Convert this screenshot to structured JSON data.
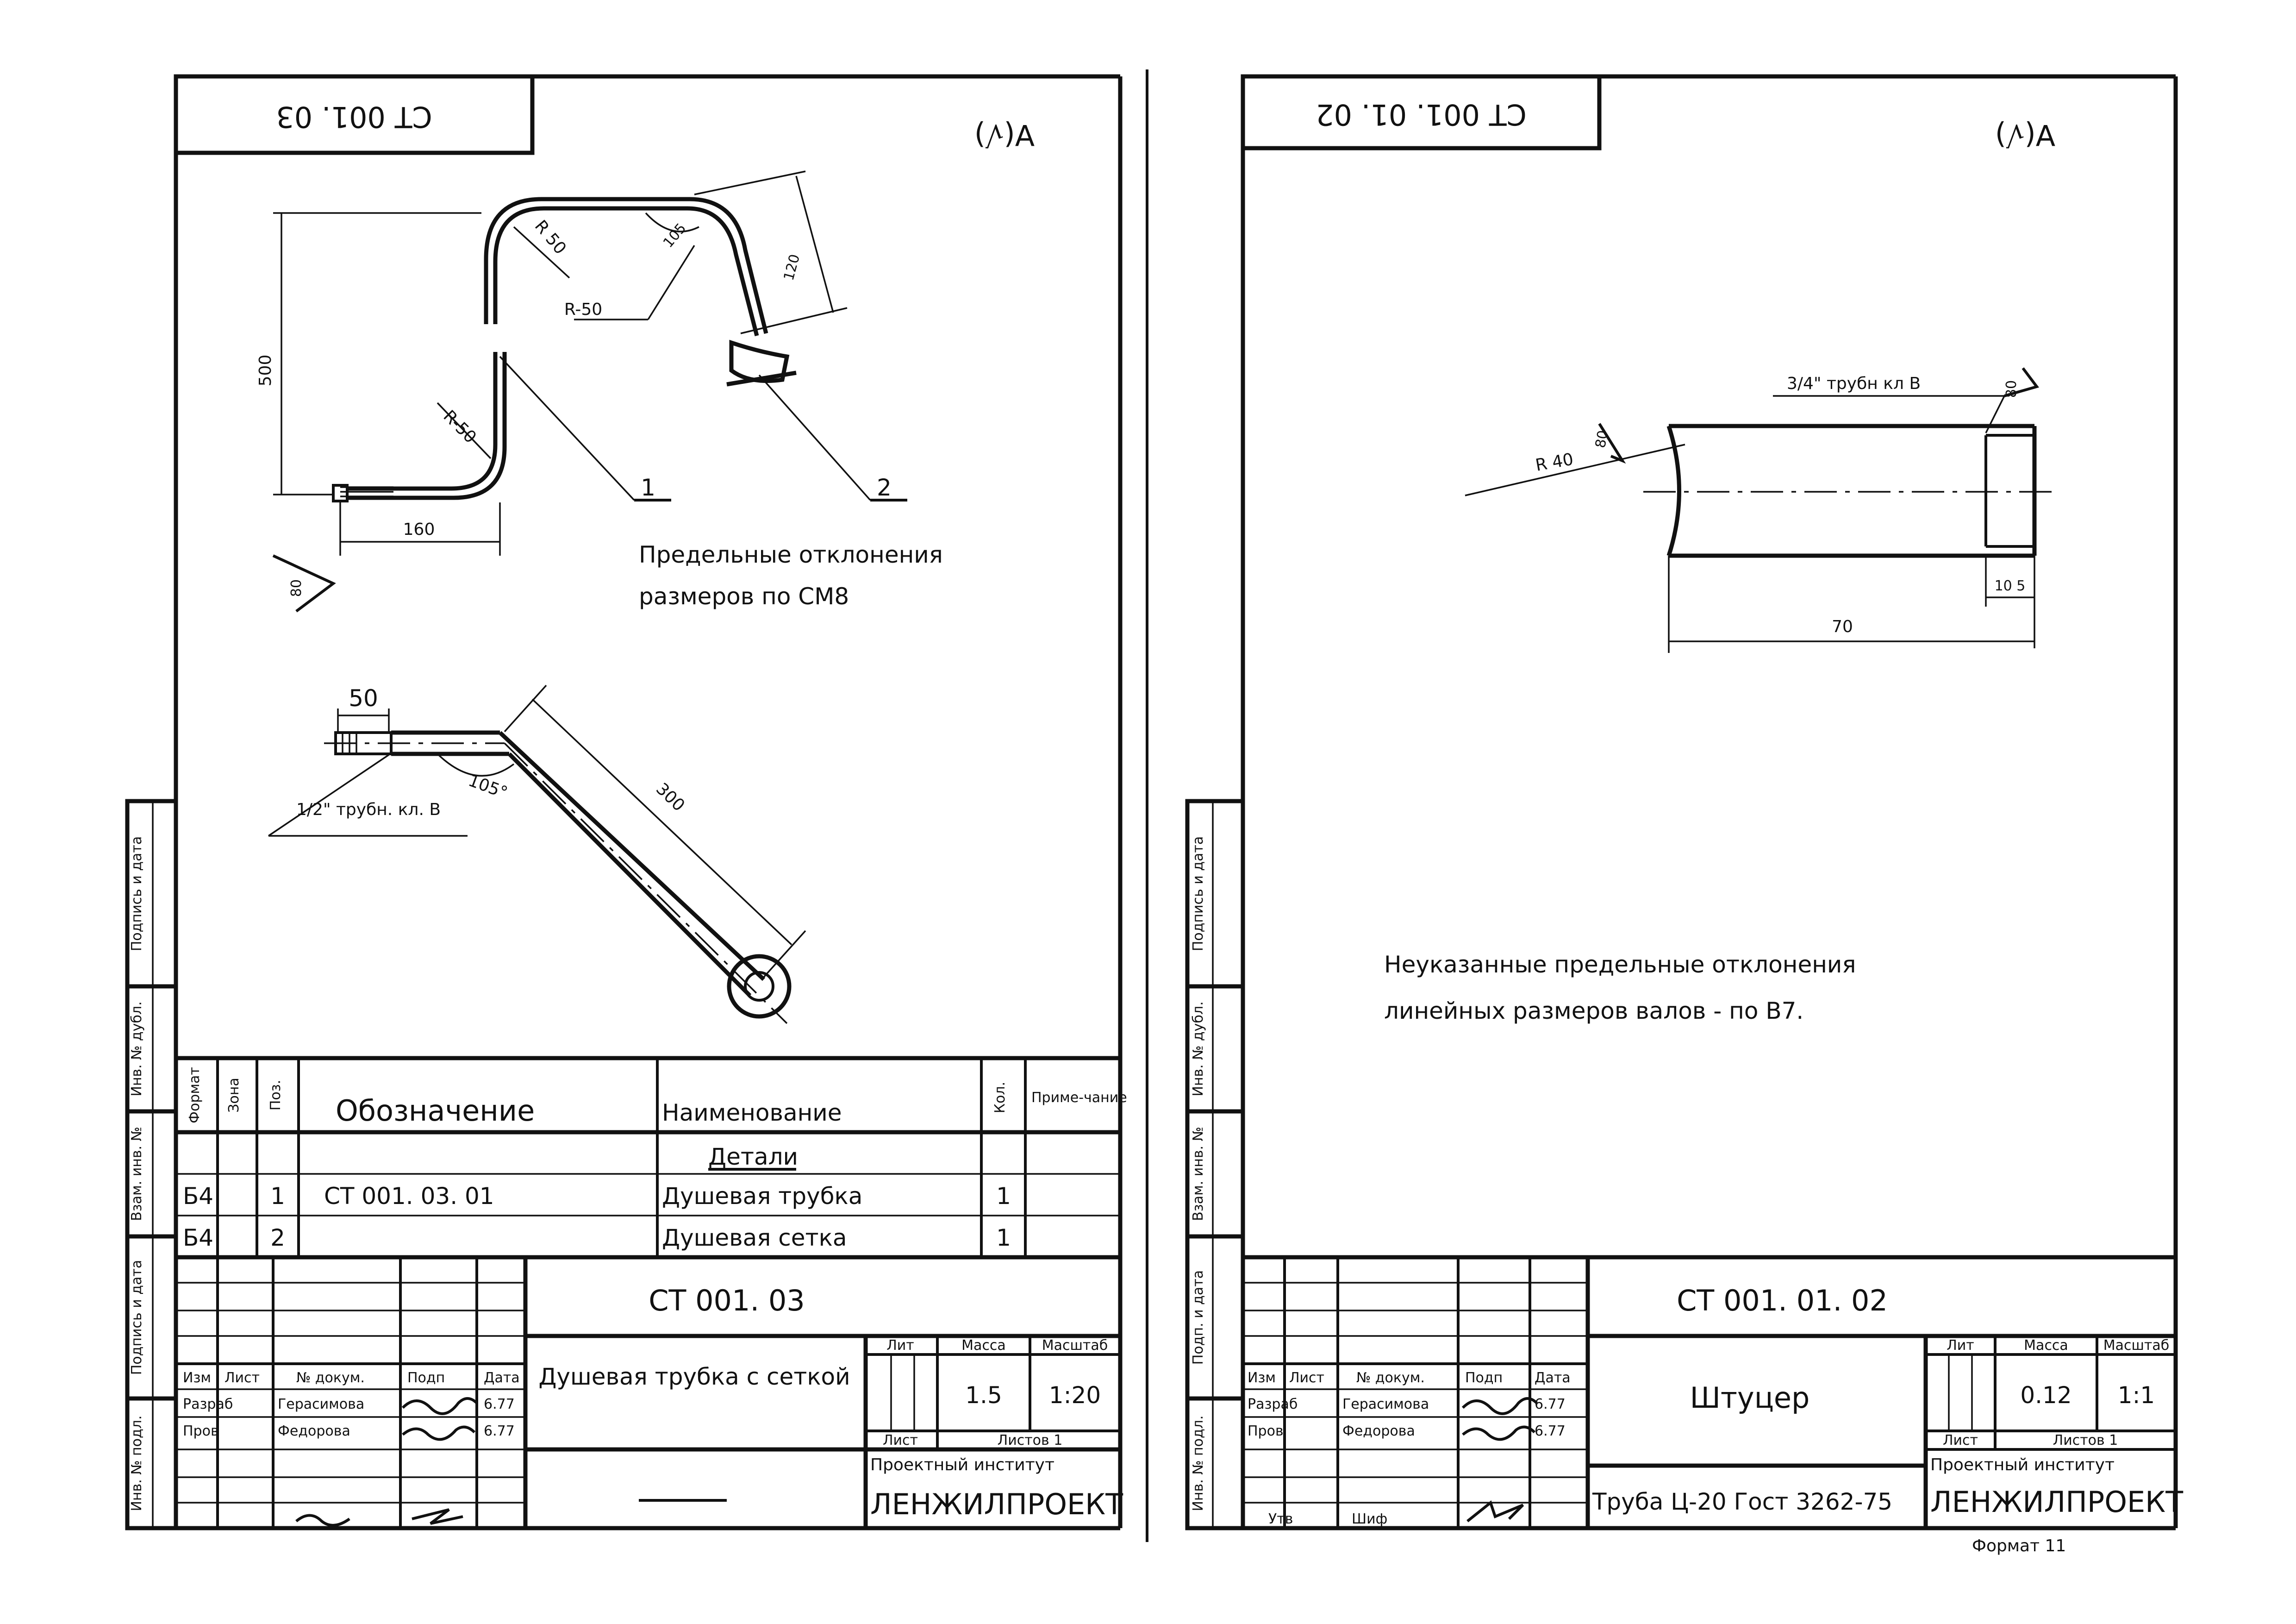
{
  "left_sheet": {
    "code_stamp": "СТ 001. 03",
    "roughness_mark": "∀(√)",
    "dimensions": {
      "height_500": "500",
      "len_160": "160",
      "len_50": "50",
      "len_300": "300",
      "len_120": "120",
      "radius_r50_a": "R 50",
      "radius_r50_b": "R-50",
      "radius_r50_c": "R-50",
      "angle_105_a": "105",
      "angle_105_b": "105°",
      "roughness_80": "80"
    },
    "leaders": {
      "pos1": "1",
      "pos2": "2"
    },
    "thread_note": "1/2\" трубн. кл. В",
    "note_line1": "Предельные отклонения",
    "note_line2": "размеров по СМ8",
    "spec_headers": {
      "format": "Формат",
      "zone": "Зона",
      "pos": "Поз.",
      "designation": "Обозначение",
      "name": "Наименование",
      "qty": "Кол.",
      "note": "Приме-чание"
    },
    "spec_section": "Детали",
    "spec_rows": [
      {
        "format": "Б4",
        "pos": "1",
        "designation": "СТ 001. 03. 01",
        "name": "Душевая трубка",
        "qty": "1"
      },
      {
        "format": "Б4",
        "pos": "2",
        "designation": "",
        "name": "Душевая сетка",
        "qty": "1"
      }
    ],
    "title_block": {
      "doc_code": "СТ 001. 03",
      "title": "Душевая трубка с сеткой",
      "lit_label": "Лит",
      "mass_label": "Масса",
      "scale_label": "Масштаб",
      "mass": "1.5",
      "scale": "1:20",
      "sheet_label": "Лист",
      "sheets_label": "Листов 1",
      "institute_line1": "Проектный институт",
      "institute_line2": "ЛЕНЖИЛПРОЕКТ",
      "cols": {
        "izm": "Изм",
        "list": "Лист",
        "doc": "№ докум.",
        "sign": "Подп",
        "date": "Дата"
      },
      "rows": [
        {
          "role": "Разраб",
          "name": "Герасимова",
          "date": "6.77"
        },
        {
          "role": "Пров",
          "name": "Федорова",
          "date": "6.77"
        }
      ]
    },
    "side_strip": {
      "inv_podl": "Инв. № подл.",
      "podpis_data": "Подпись и дата",
      "vzam_inv": "Взам. инв. №",
      "inv_dubl": "Инв. № дубл.",
      "podpis_data2": "Подпись и дата"
    }
  },
  "right_sheet": {
    "code_stamp": "СТ 001. 01. 02",
    "roughness_mark": "∀(√)",
    "dimensions": {
      "thread": "3/4\" трубн кл В",
      "roughness_80_a": "80",
      "radius": "R 40",
      "roughness_80_b": "80",
      "len_10_5": "10 5",
      "len_70": "70"
    },
    "note_line1": "Неуказанные предельные отклонения",
    "note_line2": "линейных размеров валов - по В7.",
    "title_block": {
      "doc_code": "СТ 001. 01. 02",
      "title": "Штуцер",
      "material": "Труба Ц-20 Гост 3262-75",
      "lit_label": "Лит",
      "mass_label": "Масса",
      "scale_label": "Масштаб",
      "mass": "0.12",
      "scale": "1:1",
      "sheet_label": "Лист",
      "sheets_label": "Листов 1",
      "institute_line1": "Проектный институт",
      "institute_line2": "ЛЕНЖИЛПРОЕКТ",
      "cols": {
        "izm": "Изм",
        "list": "Лист",
        "doc": "№ докум.",
        "sign": "Подп",
        "date": "Дата"
      },
      "rows": [
        {
          "role": "Разраб",
          "name": "Герасимова",
          "date": "6.77"
        },
        {
          "role": "Пров",
          "name": "Федорова",
          "date": "6.77"
        },
        {
          "role": "Утв",
          "name": "Шиф",
          "date": ""
        }
      ]
    },
    "format_label": "Формат 11",
    "side_strip": {
      "inv_podl": "Инв. № подл.",
      "podp_data": "Подп. и дата",
      "vzam_inv": "Взам. инв. №",
      "inv_dubl": "Инв. № дубл.",
      "podpis_data": "Подпись и дата"
    }
  }
}
